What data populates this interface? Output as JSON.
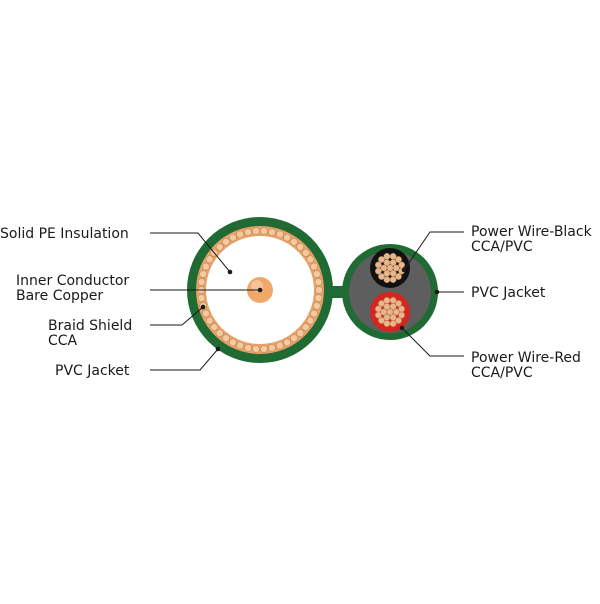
{
  "labels": {
    "solid_pe_insulation": "Solid PE Insulation",
    "inner_conductor_1": "Inner Conductor",
    "inner_conductor_2": "Bare Copper",
    "braid_shield_1": "Braid Shield",
    "braid_shield_2": "CCA",
    "pvc_jacket_left": "PVC Jacket",
    "power_black_1": "Power Wire-Black",
    "power_black_2": "CCA/PVC",
    "pvc_jacket_right": "PVC Jacket",
    "power_red_1": "Power Wire-Red",
    "power_red_2": "CCA/PVC"
  },
  "colors": {
    "jacket_green": "#1f6b33",
    "braid_orange": "#e8a36b",
    "braid_bead": "#f2c9a0",
    "insulation_white": "#ffffff",
    "conductor_copper": "#f0a86a",
    "power_core_gray": "#5e5e5e",
    "power_black_insulation": "#111111",
    "power_red_insulation": "#d6241e",
    "strand_copper": "#e9b58a",
    "leader_line": "#1a1a1a"
  }
}
